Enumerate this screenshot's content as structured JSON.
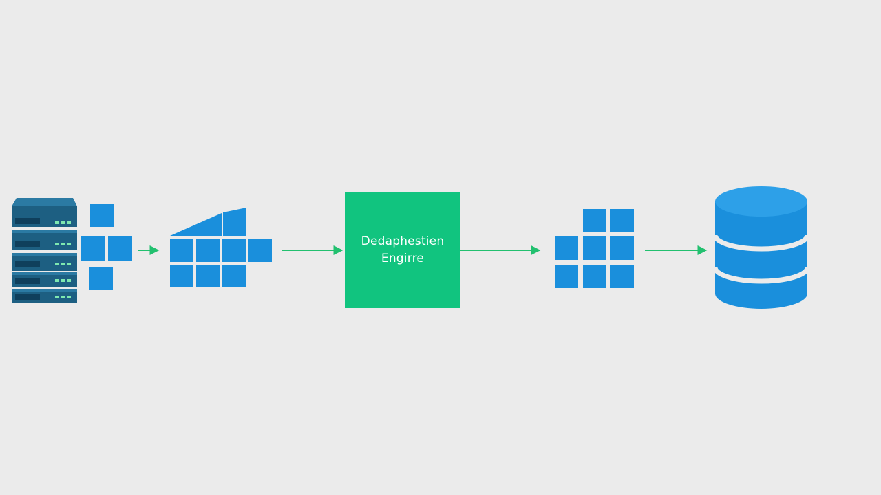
{
  "diagram": {
    "engine": {
      "line1": "Dedaphestien",
      "line2": "Engirre"
    },
    "stages": [
      {
        "name": "server-rack",
        "icon": "server-rack-icon"
      },
      {
        "name": "source-blocks",
        "icon": "block-cluster-icon"
      },
      {
        "name": "fragmented-blocks",
        "icon": "fragmented-grid-icon"
      },
      {
        "name": "deduplication-engine",
        "icon": "engine-box"
      },
      {
        "name": "deduplicated-blocks",
        "icon": "block-grid-icon"
      },
      {
        "name": "database",
        "icon": "database-icon"
      }
    ],
    "colors": {
      "background": "#ebebeb",
      "block": "#1a8fdc",
      "engine": "#11c47f",
      "arrow": "#22c06f",
      "server_body": "#1d5f82",
      "server_led": "#7ee8b0"
    }
  }
}
